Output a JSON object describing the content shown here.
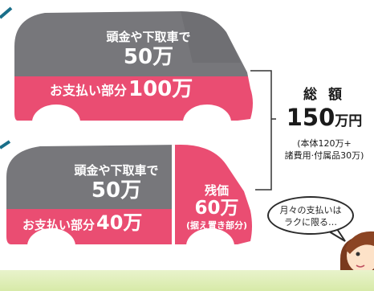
{
  "car_top": {
    "down_payment_line1": "頭金や下取車で",
    "down_payment_amount": "50万",
    "payment_label": "お支払い部分",
    "payment_amount": "100万"
  },
  "car_bottom": {
    "down_payment_line1": "頭金や下取車で",
    "down_payment_amount": "50万",
    "payment_label": "お支払い部分",
    "payment_amount": "40万",
    "residual_label": "残価",
    "residual_amount": "60万",
    "residual_note": "(据え置き部分)"
  },
  "total": {
    "label": "総 額",
    "amount": "150",
    "unit": "万円",
    "note_line1": "(本体120万+",
    "note_line2": "諸費用·付属品30万)"
  },
  "speech": {
    "line1": "月々の支払いは",
    "line2": "ラクに限る…"
  },
  "colors": {
    "car_gray": "#77777b",
    "car_pink": "#ea4d72",
    "accent_teal": "#1a6f8a",
    "strip_green": "#d7eaa8"
  }
}
